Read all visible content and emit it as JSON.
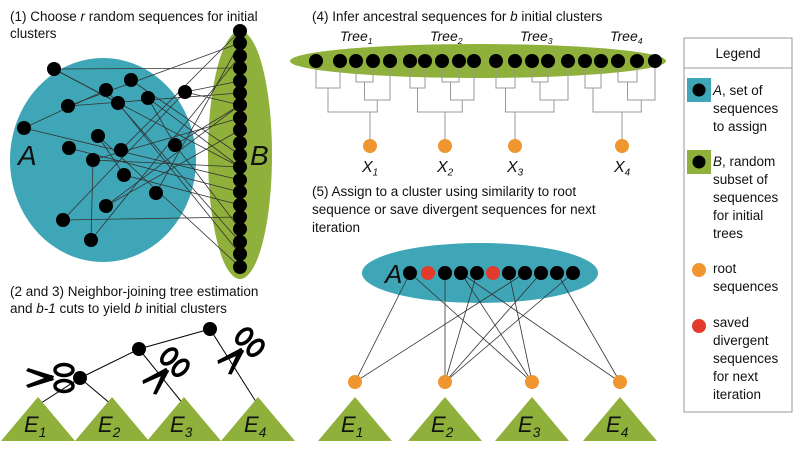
{
  "captions": {
    "step1_line1": "(1) Choose ",
    "step1_r": "r",
    "step1_line1_end": " random sequences for initial",
    "step1_line2": "clusters",
    "step23_line1": "(2 and 3) Neighbor-joining tree estimation",
    "step23_line2a": "and ",
    "step23_b1": "b-1",
    "step23_line2b": " cuts to yield ",
    "step23_b2": "b",
    "step23_line2c": " initial clusters",
    "step4_a": "(4) Infer ancestral sequences for ",
    "step4_b": "b",
    "step4_c": " initial clusters",
    "step5_line1": "(5) Assign to a cluster using similarity to root",
    "step5_line2": "sequence or save divergent sequences for next",
    "step5_line3": "iteration"
  },
  "set_labels": {
    "A": "A",
    "B": "B",
    "A2": "A"
  },
  "trees": [
    {
      "name": "Tree",
      "sub": "1"
    },
    {
      "name": "Tree",
      "sub": "2"
    },
    {
      "name": "Tree",
      "sub": "3"
    },
    {
      "name": "Tree",
      "sub": "4"
    }
  ],
  "roots": [
    {
      "name": "X",
      "sub": "1"
    },
    {
      "name": "X",
      "sub": "2"
    },
    {
      "name": "X",
      "sub": "3"
    },
    {
      "name": "X",
      "sub": "4"
    }
  ],
  "clusters_left": [
    {
      "name": "E",
      "sub": "1"
    },
    {
      "name": "E",
      "sub": "2"
    },
    {
      "name": "E",
      "sub": "3"
    },
    {
      "name": "E",
      "sub": "4"
    }
  ],
  "clusters_right": [
    {
      "name": "E",
      "sub": "1"
    },
    {
      "name": "E",
      "sub": "2"
    },
    {
      "name": "E",
      "sub": "3"
    },
    {
      "name": "E",
      "sub": "4"
    }
  ],
  "legend": {
    "title": "Legend",
    "itemA": {
      "var": "A",
      "lines": [
        ", set of",
        "sequences",
        "to assign"
      ]
    },
    "itemB": {
      "var": "B",
      "lines": [
        ", random",
        "subset of",
        "sequences",
        "for initial",
        "trees"
      ]
    },
    "itemRoot": {
      "lines": [
        "root",
        "sequences"
      ]
    },
    "itemSaved": {
      "lines": [
        "saved",
        "divergent",
        "sequences",
        "for next",
        "iteration"
      ]
    }
  },
  "colors": {
    "teal": "#3ea6b6",
    "green": "#8fb03a",
    "orange": "#f0962e",
    "red": "#e23b2b",
    "black": "#000000"
  }
}
